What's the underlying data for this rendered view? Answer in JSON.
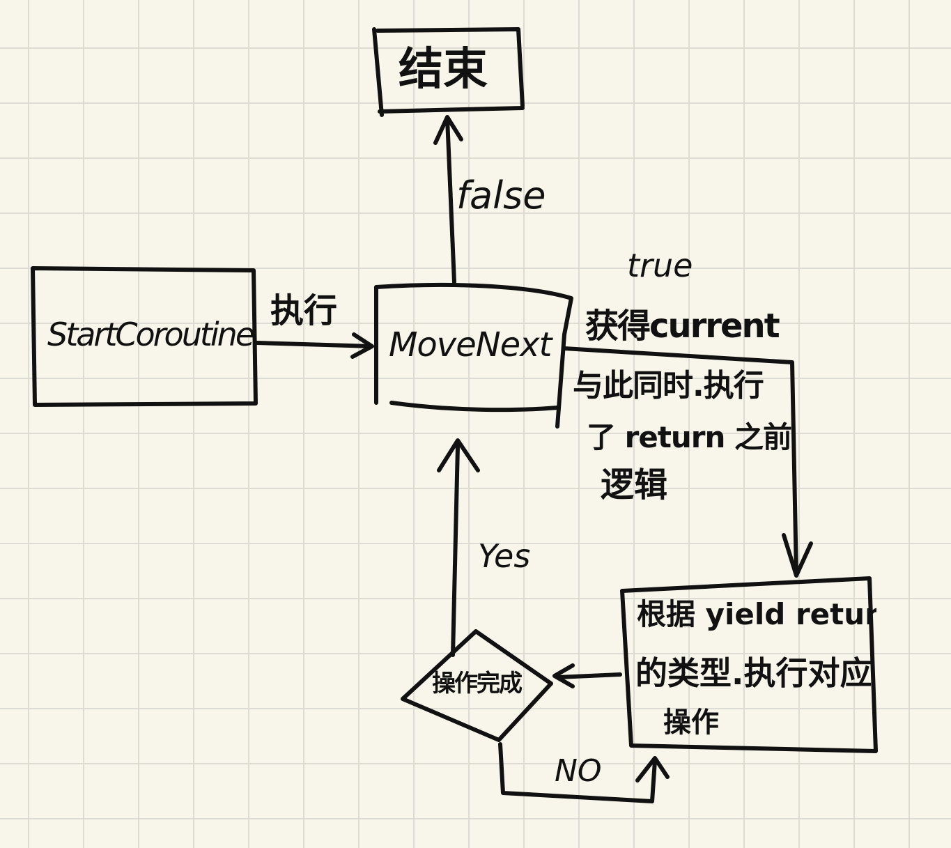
{
  "nodes": {
    "end": {
      "label": "结束"
    },
    "start_coroutine": {
      "label": "StartCoroutine"
    },
    "move_next": {
      "label": "MoveNext"
    },
    "yield_handler": {
      "lines": [
        "根据 yield return",
        "的类型.执行对应",
        "操作"
      ]
    },
    "operation_done": {
      "label": "操作完成"
    }
  },
  "edges": {
    "execute": {
      "label": "执行"
    },
    "false_branch": {
      "label": "false"
    },
    "true_branch": {
      "label": "true",
      "note_lines": [
        "获得current",
        "与此同时.执行",
        "了 return 之前",
        "逻辑"
      ]
    },
    "yes_branch": {
      "label": "Yes"
    },
    "no_branch": {
      "label": "NO"
    }
  },
  "colors": {
    "paper": "#f8f6ea",
    "grid": "#dcdcd4",
    "ink": "#111111"
  }
}
